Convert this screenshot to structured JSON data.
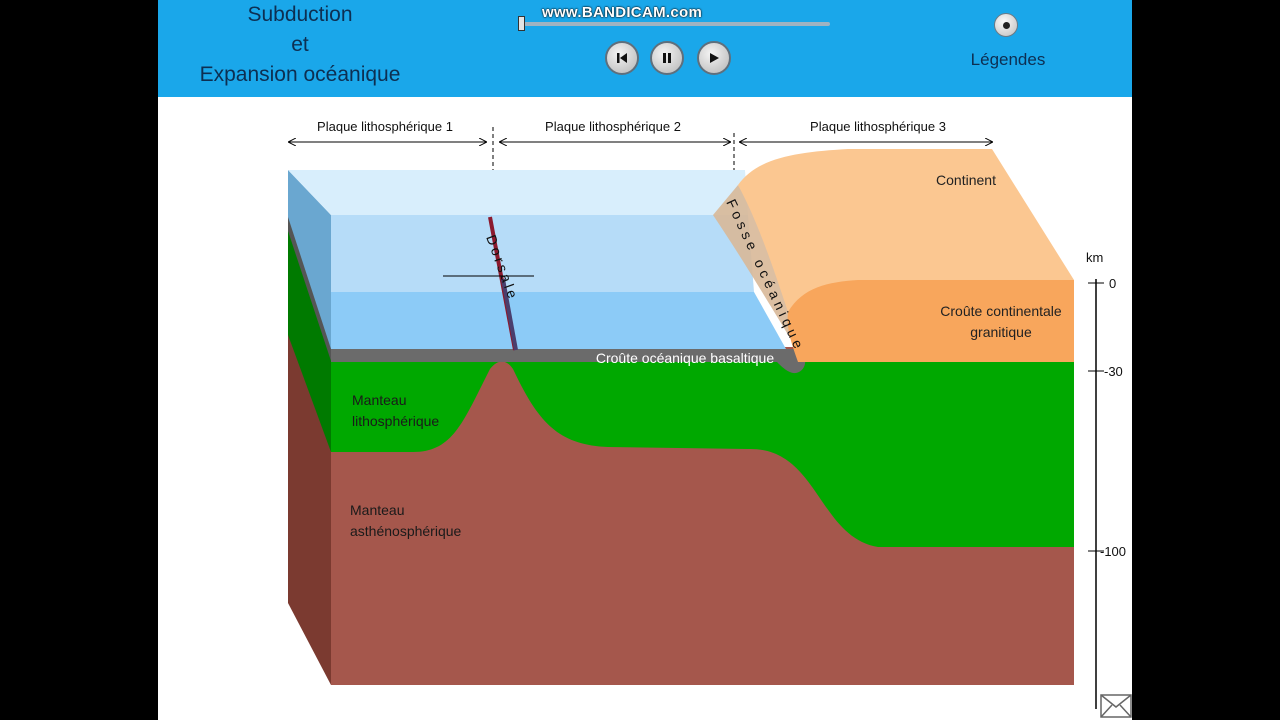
{
  "header": {
    "title_lines": [
      "Subduction",
      "et",
      "Expansion océanique"
    ],
    "watermark": "www.BANDICAM.com",
    "legend_label": "Légendes"
  },
  "controls": {
    "icons": [
      "previous-icon",
      "pause-icon",
      "play-icon"
    ],
    "progress": 0
  },
  "diagram": {
    "plates": [
      "Plaque lithosphérique 1",
      "Plaque lithosphérique 2",
      "Plaque lithosphérique 3"
    ],
    "labels": {
      "continent": "Continent",
      "croute_continentale_1": "Croûte continentale",
      "croute_continentale_2": "granitique",
      "croute_oceanique": "Croûte océanique basaltique",
      "manteau_litho_1": "Manteau",
      "manteau_litho_2": "lithosphérique",
      "manteau_astheno_1": "Manteau",
      "manteau_astheno_2": "asthénosphérique",
      "dorsale": "Dorsale",
      "fosse": "Fosse océanique"
    },
    "scale": {
      "unit": "km",
      "ticks": [
        "0",
        "-30",
        "-100"
      ]
    },
    "colors": {
      "ocean_top": "#d8eefc",
      "ocean_mid": "#b6dcf8",
      "ocean_deep": "#8ccbf7",
      "crust_oceanic": "#6b6b6b",
      "lithospheric_mantle": "#00a800",
      "asthenospheric_mantle": "#a5574c",
      "continent_top": "#fbc791",
      "continental_crust": "#f8a65c",
      "ridge": "#8b1a2e"
    }
  }
}
